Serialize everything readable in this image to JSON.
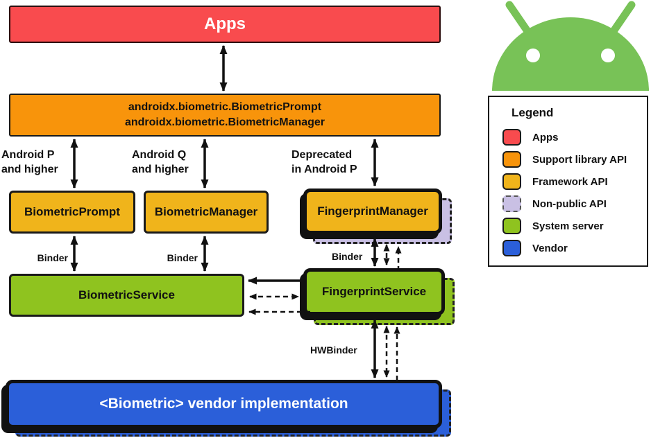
{
  "diagram": {
    "boxes": {
      "apps": {
        "label": "Apps"
      },
      "androidx": {
        "line1": "androidx.biometric.BiometricPrompt",
        "line2": "androidx.biometric.BiometricManager"
      },
      "biometric_prompt": {
        "label": "BiometricPrompt"
      },
      "biometric_manager": {
        "label": "BiometricManager"
      },
      "fingerprint_manager": {
        "label": "FingerprintManager"
      },
      "biometric_service": {
        "label": "BiometricService"
      },
      "fingerprint_service": {
        "label": "FingerprintService"
      },
      "vendor": {
        "label": "<Biometric> vendor implementation"
      }
    },
    "annotations": {
      "android_p": "Android P\nand higher",
      "android_q": "Android Q\nand higher",
      "deprecated": "Deprecated\nin Android P",
      "binder_prompt": "Binder",
      "binder_manager": "Binder",
      "binder_fingerprint": "Binder",
      "hwbinder": "HWBinder"
    },
    "colors": {
      "apps": "#F94B4E",
      "support_library_api": "#F8940B",
      "framework_api": "#F0B41B",
      "non_public_api": "#C9C0E4",
      "system_server": "#8FC31F",
      "vendor": "#2B5FD9",
      "android_robot": "#78C257",
      "arrows": "#111111"
    }
  },
  "legend": {
    "title": "Legend",
    "items": [
      {
        "label": "Apps",
        "color": "#F94B4E",
        "border": "solid"
      },
      {
        "label": "Support library API",
        "color": "#F8940B",
        "border": "solid"
      },
      {
        "label": "Framework API",
        "color": "#F0B41B",
        "border": "solid"
      },
      {
        "label": "Non-public API",
        "color": "#C9C0E4",
        "border": "dashed"
      },
      {
        "label": "System server",
        "color": "#8FC31F",
        "border": "solid"
      },
      {
        "label": "Vendor",
        "color": "#2B5FD9",
        "border": "solid"
      }
    ]
  }
}
